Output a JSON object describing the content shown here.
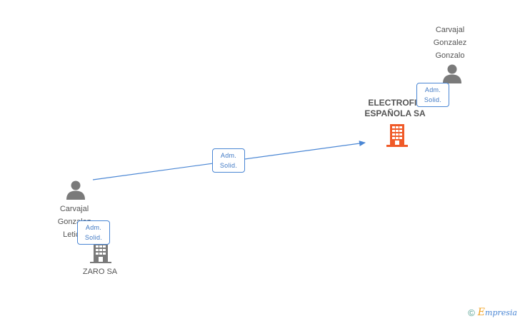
{
  "nodes": {
    "gonzalo": {
      "label": "Carvajal\nGonzalez\nGonzalo",
      "type": "person"
    },
    "electrofil": {
      "label": "ELECTROFIL\nESPAÑOLA SA",
      "type": "company-highlight"
    },
    "leticia": {
      "label": "Carvajal\nGonzalez\nLeticia",
      "type": "person"
    },
    "zaro": {
      "label": "ZARO SA",
      "type": "company"
    }
  },
  "edges": {
    "gonzalo_electrofil": {
      "role_line1": "Adm.",
      "role_line2": "Solid."
    },
    "leticia_electrofil": {
      "role_line1": "Adm.",
      "role_line2": "Solid."
    },
    "leticia_zaro": {
      "role_line1": "Adm.",
      "role_line2": "Solid."
    }
  },
  "colors": {
    "edge": "#4a86d4",
    "person_icon": "#7a7a7a",
    "company_icon": "#7a7a7a",
    "company_highlight_icon": "#f05a28"
  },
  "icons": {
    "person": "person-icon",
    "company": "building-icon"
  },
  "watermark": {
    "copyright": "©",
    "brand_initial": "E",
    "brand_rest": "mpresia"
  }
}
